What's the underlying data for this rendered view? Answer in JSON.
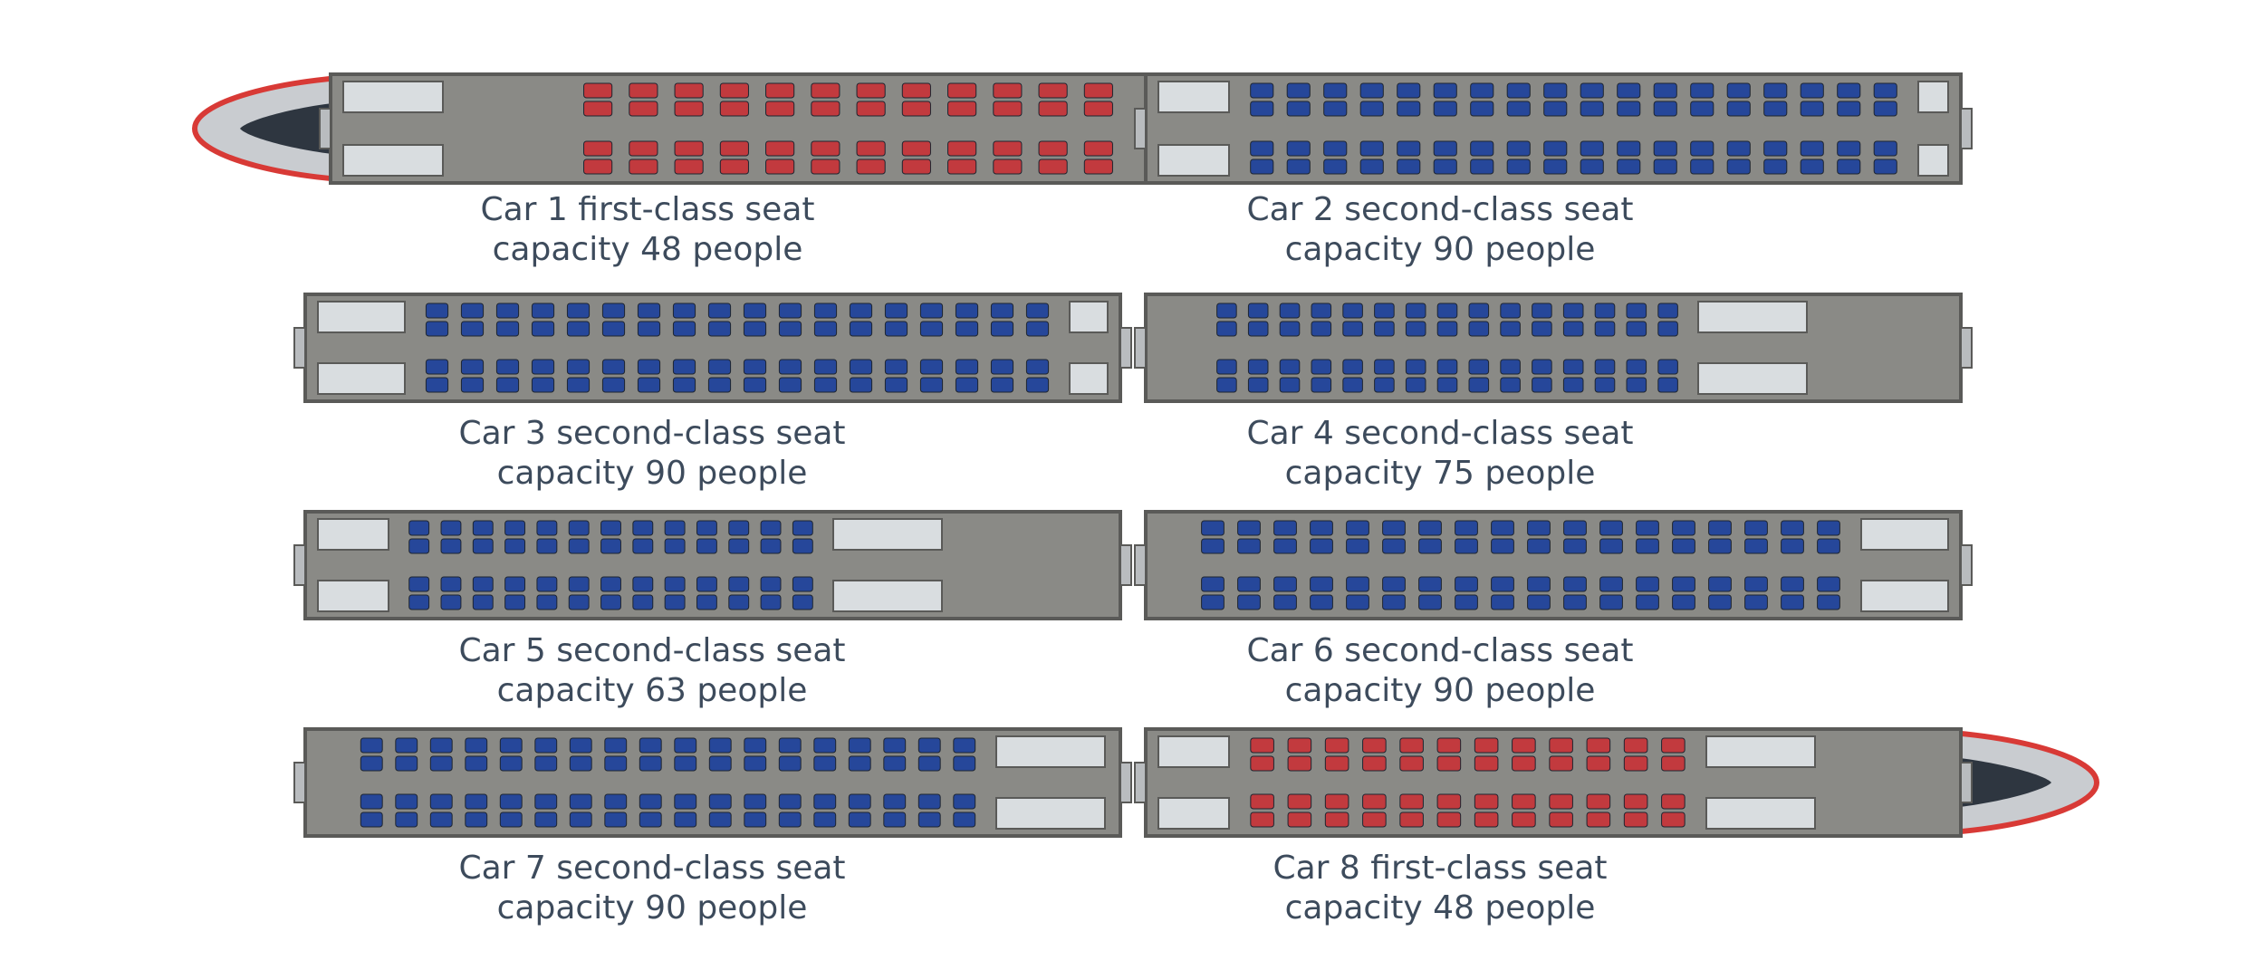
{
  "colors": {
    "first_class_seat": "#c23a3e",
    "second_class_seat": "#26479a",
    "floor": "#8a8a86",
    "wall": "#5a5a58",
    "fixture": "#d9dde0",
    "nose_red": "#d83a36",
    "nose_silver": "#c9ccd0",
    "label_text": "#3d4b5c"
  },
  "cars": [
    {
      "number": 1,
      "line1": "Car 1 first-class seat",
      "line2": "capacity 48 people",
      "seat_class": "first",
      "capacity": 48,
      "orientation": "nose-left"
    },
    {
      "number": 2,
      "line1": "Car 2 second-class seat",
      "line2": "capacity 90 people",
      "seat_class": "second",
      "capacity": 90,
      "orientation": "none"
    },
    {
      "number": 3,
      "line1": "Car 3 second-class seat",
      "line2": "capacity 90 people",
      "seat_class": "second",
      "capacity": 90,
      "orientation": "none"
    },
    {
      "number": 4,
      "line1": "Car 4 second-class seat",
      "line2": "capacity 75 people",
      "seat_class": "second",
      "capacity": 75,
      "orientation": "none"
    },
    {
      "number": 5,
      "line1": "Car 5 second-class seat",
      "line2": "capacity 63 people",
      "seat_class": "second",
      "capacity": 63,
      "orientation": "none"
    },
    {
      "number": 6,
      "line1": "Car 6 second-class seat",
      "line2": "capacity 90 people",
      "seat_class": "second",
      "capacity": 90,
      "orientation": "none"
    },
    {
      "number": 7,
      "line1": "Car 7 second-class seat",
      "line2": "capacity 90 people",
      "seat_class": "second",
      "capacity": 90,
      "orientation": "none"
    },
    {
      "number": 8,
      "line1": "Car 8 first-class seat",
      "line2": "capacity 48 people",
      "seat_class": "first",
      "capacity": 48,
      "orientation": "nose-right"
    }
  ]
}
